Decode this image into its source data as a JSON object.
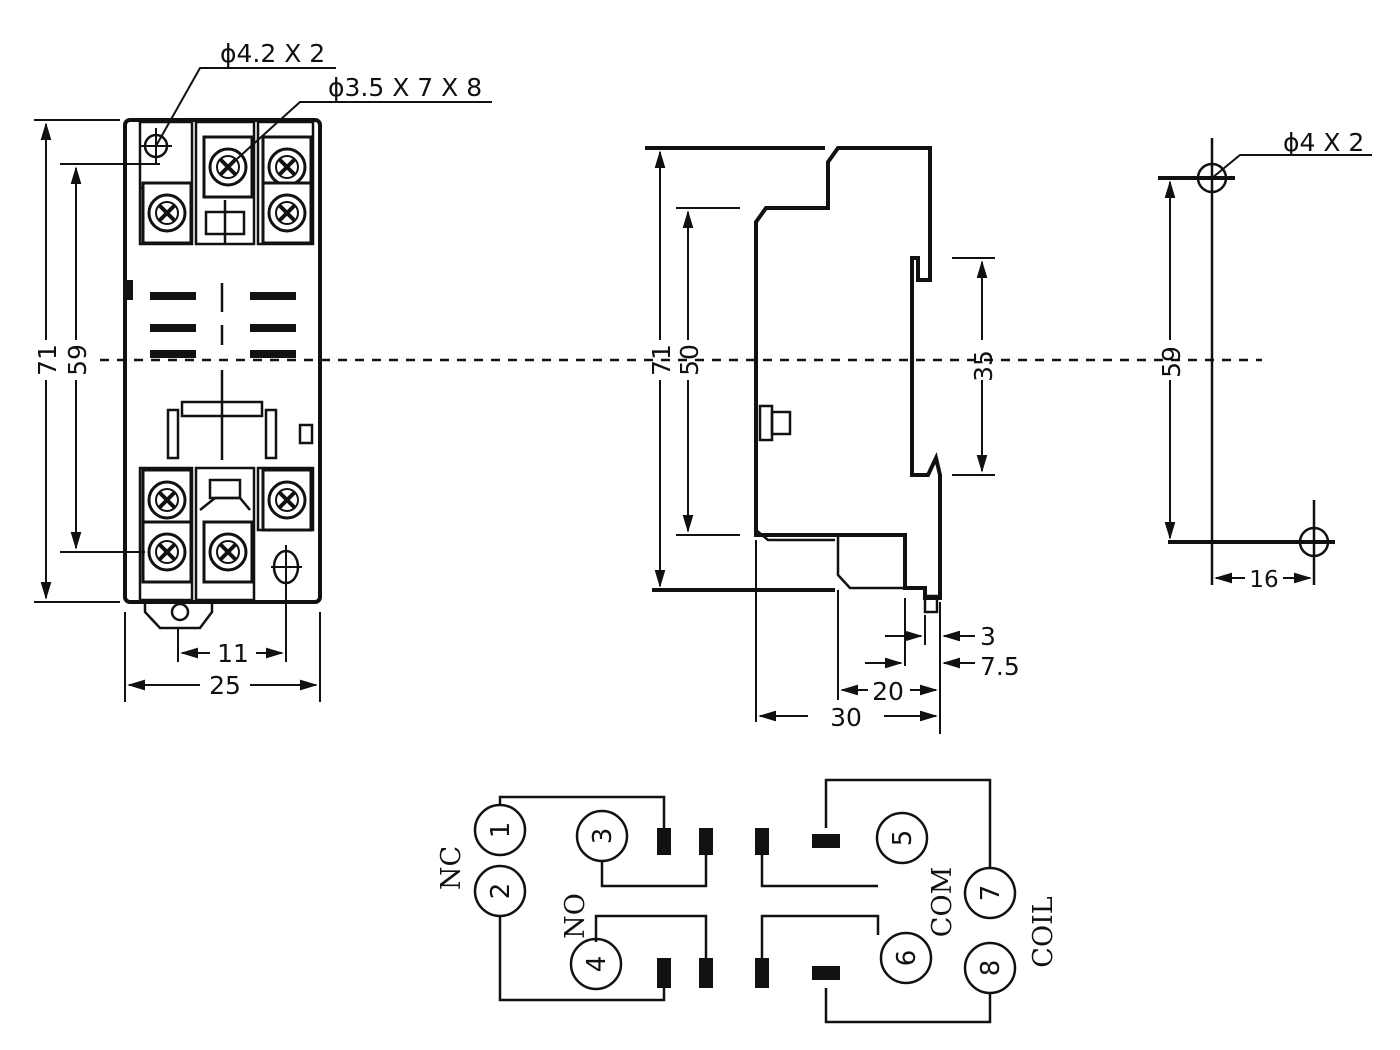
{
  "front_view": {
    "hole_callout": "ϕ4.2 X 2",
    "screw_callout": "ϕ3.5 X 7 X 8",
    "dim_height_outer": "71",
    "dim_height_inner": "59",
    "dim_pitch": "11",
    "dim_width": "25"
  },
  "side_view": {
    "dim_height_outer": "71",
    "dim_height_inner": "50",
    "dim_rail": "35",
    "dim_3": "3",
    "dim_7_5": "7.5",
    "dim_20": "20",
    "dim_30": "30"
  },
  "mount_view": {
    "hole_callout": "ϕ4 X 2",
    "dim_height": "59",
    "dim_offset": "16"
  },
  "schematic": {
    "pins": [
      "1",
      "2",
      "3",
      "4",
      "5",
      "6",
      "7",
      "8"
    ],
    "labels": {
      "nc": "NC",
      "no": "NO",
      "com": "COM",
      "coil": "COIL"
    }
  }
}
